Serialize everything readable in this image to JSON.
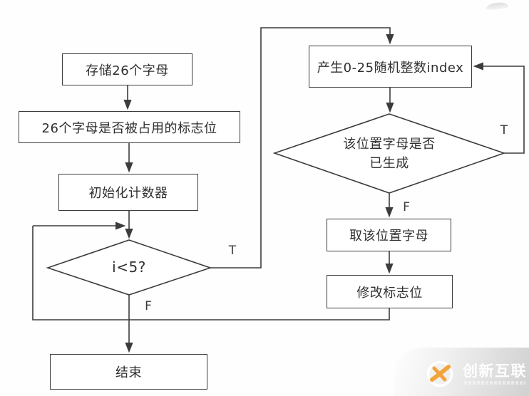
{
  "page": {
    "background": "#ffffff"
  },
  "colors": {
    "line": "#3c3c3c",
    "text": "#2f2f2f",
    "box_fill": "#ffffff",
    "watermark_accent": "#f2a43c",
    "watermark_text": "#ffffff"
  },
  "flowchart": {
    "left_column": {
      "store": "存储26个字母",
      "flags": "26个字母是否被占用的标志位",
      "init": "初始化计数器",
      "condition": "i<5?",
      "end": "结束"
    },
    "right_column": {
      "generate": "产生0-25随机整数index",
      "check": "该位置字母是否\n已生成",
      "take": "取该位置字母",
      "modify": "修改标志位"
    },
    "edge_labels": {
      "left_true": "T",
      "left_false": "F",
      "right_true": "T",
      "right_false": "F"
    }
  },
  "watermark": {
    "brand": "创新互联"
  }
}
